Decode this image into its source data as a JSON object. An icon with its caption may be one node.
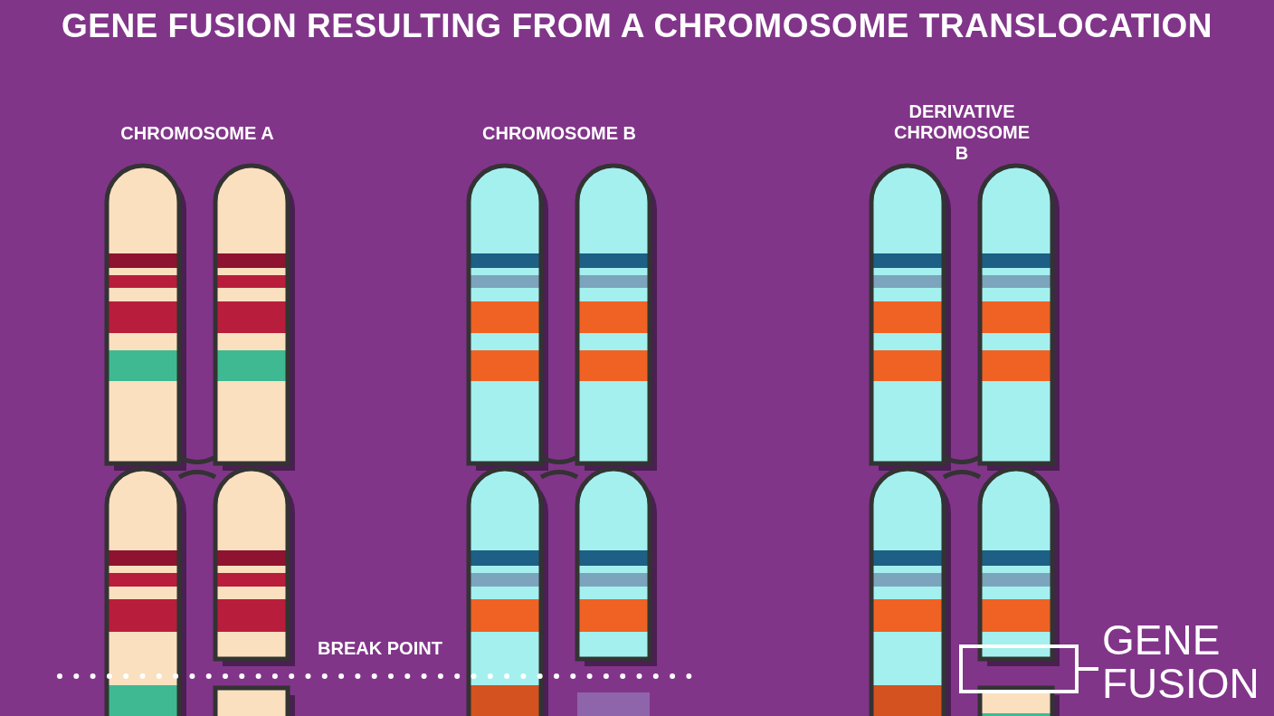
{
  "diagram": {
    "title": "GENE FUSION RESULTING FROM A CHROMOSOME TRANSLOCATION",
    "nodes": [
      {
        "text": [
          "GENE FUSION"
        ]
      },
      {
        "text": [],
        "shape": "box"
      }
    ],
    "edges": [
      {
        "from": 0,
        "to": 1,
        "arrow": "none"
      }
    ],
    "labels": [
      "CHROMOSOME A",
      "CHROMOSOME B",
      "DERIVATIVE CHROMOSOME B",
      "BREAK POINT"
    ]
  }
}
